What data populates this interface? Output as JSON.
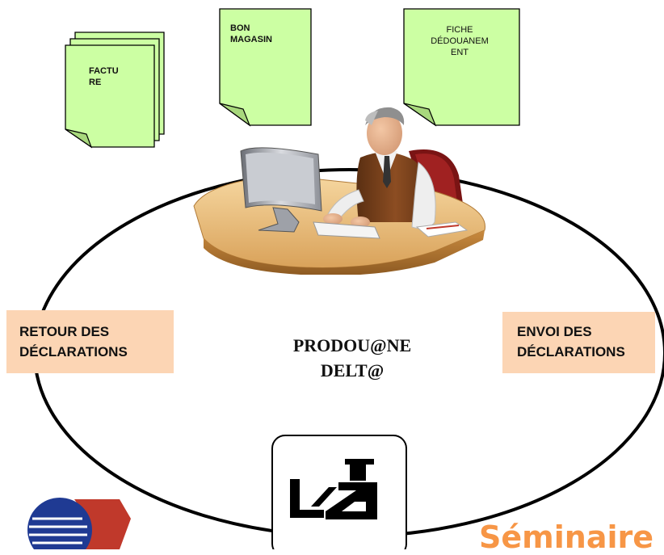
{
  "documents": [
    {
      "label_line1": "FACTU",
      "label_line2": "RE"
    },
    {
      "label_line1": "BON",
      "label_line2": "MAGASIN"
    },
    {
      "label_line1": "FICHE",
      "label_line2": "DÉDOUANEM",
      "label_line3": "ENT"
    }
  ],
  "left_box": {
    "line1": "RETOUR DES",
    "line2": "DÉCLARATIONS"
  },
  "right_box": {
    "line1": "ENVOI DES",
    "line2": "DÉCLARATIONS"
  },
  "center": {
    "line1": "PRODOU@NE",
    "line2": "DELT@"
  },
  "footer": {
    "title": "Séminaire"
  },
  "colors": {
    "document_fill": "#ccffa3",
    "box_fill": "#fcd5b4",
    "accent_orange": "#f79646",
    "logo_blue": "#1f3a93",
    "logo_red": "#c0392b"
  },
  "icons": {
    "customs": "customs-officer-icon",
    "user": "office-worker-illustration",
    "logo": "organization-logo"
  }
}
